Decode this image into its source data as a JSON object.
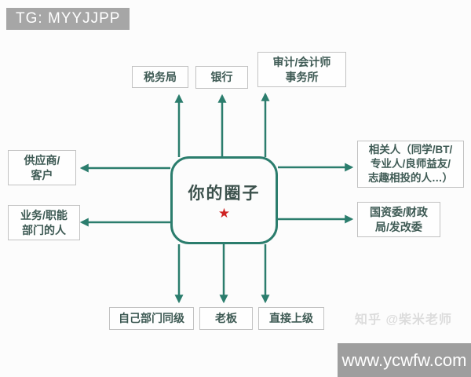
{
  "top_banner": {
    "text": "TG: MYYJJPP"
  },
  "bottom_banner": {
    "text": "www.ycwfw.com"
  },
  "credit_watermark": {
    "text": "知乎 @柴米老师"
  },
  "diagram": {
    "center": {
      "label": "你的圈子",
      "star": "★"
    },
    "nodes": [
      {
        "id": "tax-bureau",
        "label": "税务局"
      },
      {
        "id": "bank",
        "label": "银行"
      },
      {
        "id": "audit-accounting-firm",
        "label": "审计/会计师\n事务所"
      },
      {
        "id": "suppliers-customers",
        "label": "供应商/\n客户"
      },
      {
        "id": "business-functional-dept-people",
        "label": "业务/职能\n部门的人"
      },
      {
        "id": "related-people",
        "label": "相关人（同学/BT/\n专业人/良师益友/\n志趣相投的人…）"
      },
      {
        "id": "sasac-finance-ndrc",
        "label": "国资委/财政\n局/发改委"
      },
      {
        "id": "own-dept-peers",
        "label": "自己部门同级"
      },
      {
        "id": "boss",
        "label": "老板"
      },
      {
        "id": "direct-superior",
        "label": "直接上级"
      }
    ]
  },
  "colors": {
    "arrow": "#2b7d6d",
    "center_border": "#2b7d6d",
    "node_border": "#c2c2c2",
    "node_text": "#3e5a54",
    "star": "#cf2222",
    "banner_bg": "#a6a6a6",
    "banner_text": "#ffffff",
    "watermark": "#dcdcdc"
  }
}
